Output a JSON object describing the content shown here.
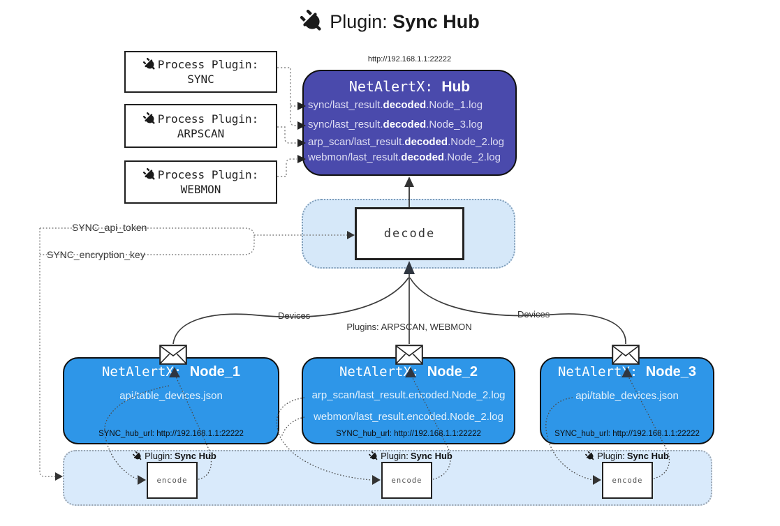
{
  "title": {
    "prefix": "Plugin: ",
    "name": "Sync Hub"
  },
  "colors": {
    "hub_bg": "#4a4aac",
    "node_bg": "#2e96e8",
    "panel_bg": "#d9eafb",
    "decode_panel_bg": "#d6e8f9"
  },
  "icons": {
    "plug": "plug-icon",
    "envelope": "envelope-icon"
  },
  "process_plugins": [
    {
      "label": "Process Plugin:",
      "name": "SYNC"
    },
    {
      "label": "Process Plugin:",
      "name": "ARPSCAN"
    },
    {
      "label": "Process Plugin:",
      "name": "WEBMON"
    }
  ],
  "hub": {
    "url": "http://192.168.1.1:22222",
    "title_prefix": "NetAlertX: ",
    "title_name": "Hub",
    "files": [
      {
        "pre": "sync/last_result.",
        "bold": "decoded",
        "post": ".Node_1.log"
      },
      {
        "pre": "sync/last_result.",
        "bold": "decoded",
        "post": ".Node_3.log"
      },
      {
        "pre": "arp_scan/last_result.",
        "bold": "decoded",
        "post": ".Node_2.log"
      },
      {
        "pre": "webmon/last_result.",
        "bold": "decoded",
        "post": ".Node_2.log"
      }
    ]
  },
  "decode": {
    "label": "decode"
  },
  "keys": {
    "api_token": "SYNC_api_token",
    "encryption_key": "SYNC_encryption_key"
  },
  "connectors": {
    "devices_left": "Devices",
    "plugins_middle": "Plugins: ARPSCAN, WEBMON",
    "devices_right": "Devices"
  },
  "nodes": [
    {
      "title_prefix": "NetAlertX: ",
      "title_name": "Node_1",
      "files": [
        "api/table_devices.json"
      ],
      "hub_url": "SYNC_hub_url: http://192.168.1.1:22222"
    },
    {
      "title_prefix": "NetAlertX: ",
      "title_name": "Node_2",
      "files": [
        "arp_scan/last_result.encoded.Node_2.log",
        "webmon/last_result.encoded.Node_2.log"
      ],
      "hub_url": "SYNC_hub_url: http://192.168.1.1:22222"
    },
    {
      "title_prefix": "NetAlertX: ",
      "title_name": "Node_3",
      "files": [
        "api/table_devices.json"
      ],
      "hub_url": "SYNC_hub_url: http://192.168.1.1:22222"
    }
  ],
  "encode_panel": {
    "sections": [
      {
        "label_prefix": "Plugin: ",
        "label_name": "Sync Hub",
        "box_label": "encode"
      },
      {
        "label_prefix": "Plugin: ",
        "label_name": "Sync Hub",
        "box_label": "encode"
      },
      {
        "label_prefix": "Plugin: ",
        "label_name": "Sync Hub",
        "box_label": "encode"
      }
    ]
  }
}
